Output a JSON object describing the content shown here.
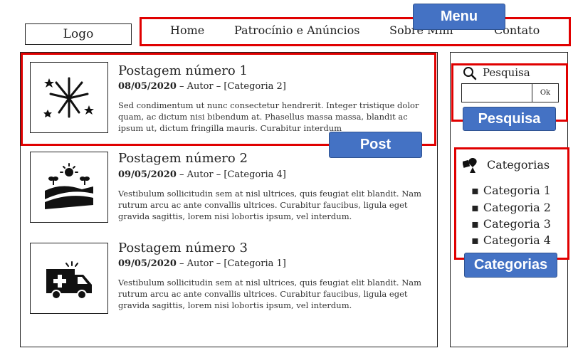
{
  "logo": "Logo",
  "menu": {
    "tag": "Menu",
    "items": [
      "Home",
      "Patrocínio e Anúncios",
      "Sobre Mim",
      "Contato"
    ]
  },
  "posts": [
    {
      "title": "Postagem número 1",
      "date": "08/05/2020",
      "meta": " – Autor – [Categoria 2]",
      "text": "Sed condimentum ut nunc consectetur hendrerit. Integer tristique dolor quam, ac dictum nisi bibendum at. Phasellus massa massa, blandit ac ipsum ut, dictum fringilla mauris. Curabitur interdum",
      "icon": "fireworks-icon"
    },
    {
      "title": "Postagem número 2",
      "date": "09/05/2020",
      "meta": " – Autor – [Categoria 4]",
      "text": "Vestibulum sollicitudin sem at nisl ultrices, quis feugiat elit blandit. Nam rutrum arcu ac ante convallis ultrices. Curabitur faucibus, ligula eget gravida sagittis, lorem nisi lobortis ipsum, vel interdum.",
      "icon": "farm-field-icon"
    },
    {
      "title": "Postagem número 3",
      "date": "09/05/2020",
      "meta": " – Autor – [Categoria 1]",
      "text": "Vestibulum sollicitudin sem at nisl ultrices, quis feugiat elit blandit. Nam rutrum arcu ac ante convallis ultrices. Curabitur faucibus, ligula eget gravida sagittis, lorem nisi lobortis ipsum, vel interdum.",
      "icon": "ambulance-icon"
    }
  ],
  "post_tag": "Post",
  "search": {
    "label": "Pesquisa",
    "button": "Ok",
    "tag": "Pesquisa",
    "icon": "search-icon"
  },
  "categories": {
    "label": "Categorias",
    "items": [
      "Categoria 1",
      "Categoria 2",
      "Categoria 3",
      "Categoria 4"
    ],
    "tag": "Categorias",
    "icon": "shapes-icon"
  },
  "colors": {
    "highlight": "#e00000",
    "tag_bg": "#4472c4"
  }
}
